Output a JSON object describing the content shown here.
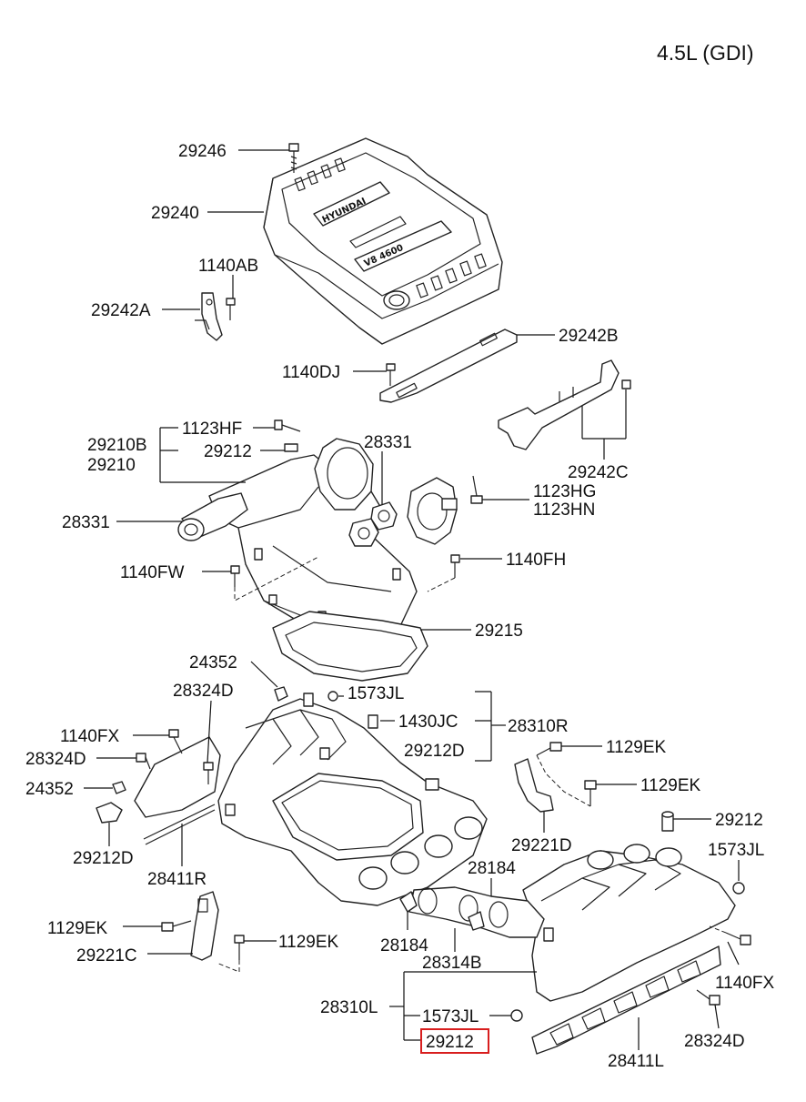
{
  "title": "4.5L (GDI)",
  "highlight_color": "#d81e1e",
  "labels": {
    "p29246": "29246",
    "p29240": "29240",
    "p1140AB": "1140AB",
    "p29242A": "29242A",
    "p29242B": "29242B",
    "p1140DJ": "1140DJ",
    "p1123HF": "1123HF",
    "p29210B": "29210B",
    "p29212a": "29212",
    "p29210": "29210",
    "p28331a": "28331",
    "p29242C": "29242C",
    "p1123HG": "1123HG",
    "p1123HN": "1123HN",
    "p28331b": "28331",
    "p1140FW": "1140FW",
    "p1140FH": "1140FH",
    "p29215": "29215",
    "p24352a": "24352",
    "p28324Da": "28324D",
    "p1573JLa": "1573JL",
    "p1430JC": "1430JC",
    "p28310R": "28310R",
    "p1140FXa": "1140FX",
    "p29212Da": "29212D",
    "p28324Db": "28324D",
    "p1129EKa": "1129EK",
    "p24352b": "24352",
    "p1129EKb": "1129EK",
    "p29212b": "29212",
    "p29221D": "29221D",
    "p29212Db": "29212D",
    "p28411R": "28411R",
    "p1573JLb": "1573JL",
    "p28184a": "28184",
    "p1129EKc": "1129EK",
    "p28184b": "28184",
    "p1140FXb": "1140FX",
    "p29221C": "29221C",
    "p1129EKd": "1129EK",
    "p28314B": "28314B",
    "p28310L": "28310L",
    "p1573JLc": "1573JL",
    "p29212c": "29212",
    "p28324Dc": "28324D",
    "p28411L": "28411L"
  },
  "engine_cover_text": {
    "brand": "HYUNDAI",
    "badge": "V8 4600"
  }
}
